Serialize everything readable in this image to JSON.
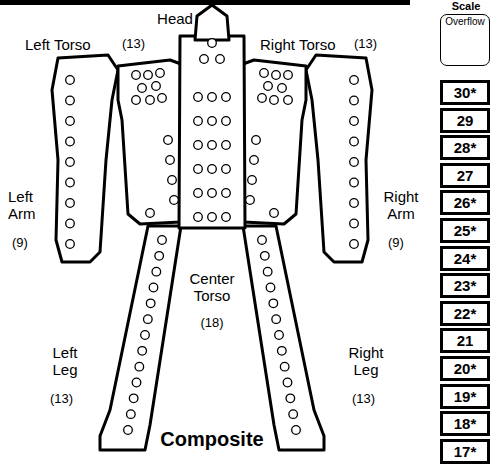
{
  "diagram": {
    "nodes": [
      {
        "text": [
          "Overflow"
        ]
      },
      {
        "text": [
          "30*"
        ]
      },
      {
        "text": [
          "29"
        ]
      },
      {
        "text": [
          "28*"
        ]
      },
      {
        "text": [
          "27"
        ]
      },
      {
        "text": [
          "26*"
        ]
      },
      {
        "text": [
          "25*"
        ]
      },
      {
        "text": [
          "24*"
        ]
      },
      {
        "text": [
          "23*"
        ]
      },
      {
        "text": [
          "22*"
        ]
      },
      {
        "text": [
          "21"
        ]
      },
      {
        "text": [
          "20*"
        ]
      },
      {
        "text": [
          "19*"
        ]
      },
      {
        "text": [
          "18*"
        ]
      },
      {
        "text": [
          "17*"
        ]
      }
    ],
    "edges": [],
    "labels": [
      "Scale",
      "Head",
      "Left Torso",
      "(13)",
      "Right Torso",
      "(13)",
      "Left Arm",
      "(9)",
      "Right Arm",
      "(9)",
      "Center Torso",
      "(18)",
      "Left Leg",
      "(13)",
      "Right Leg",
      "(13)",
      "Composite"
    ]
  }
}
